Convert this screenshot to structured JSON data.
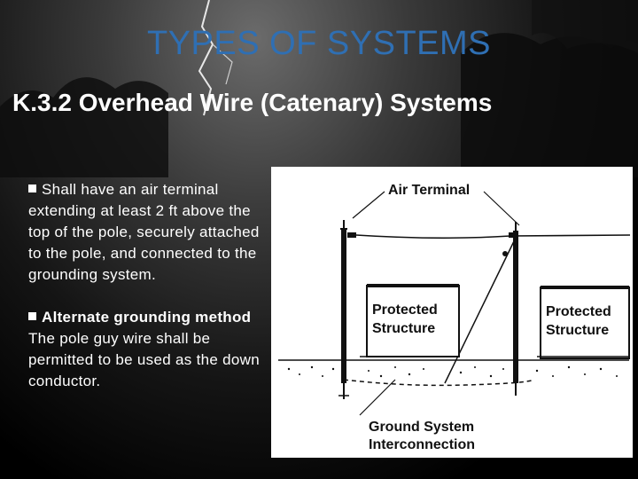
{
  "slide": {
    "title": "TYPES OF SYSTEMS",
    "subtitle": "K.3.2 Overhead Wire (Catenary) Systems",
    "bullet1": "Shall have an air terminal extending at least 2 ft above the top of the pole, securely attached to the pole, and connected to the grounding system.",
    "bullet2_heading": "Alternate grounding method",
    "bullet2_body": "The pole guy wire shall be permitted to be used as the down conductor."
  },
  "figure": {
    "air_terminal": "Air Terminal",
    "protected_left_1": "Protected",
    "protected_left_2": "Structure",
    "protected_right_1": "Protected",
    "protected_right_2": "Structure",
    "ground_1": "Ground System",
    "ground_2": "Interconnection"
  },
  "colors": {
    "title": "#2f6fb3",
    "text": "#ffffff",
    "background": "#000000"
  }
}
